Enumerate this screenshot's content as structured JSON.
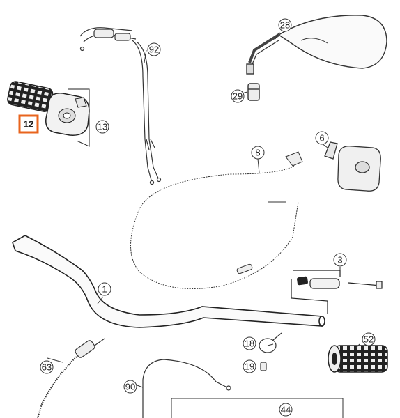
{
  "diagram": {
    "callouts": [
      {
        "id": "1",
        "label": "1"
      },
      {
        "id": "3",
        "label": "3"
      },
      {
        "id": "6",
        "label": "6"
      },
      {
        "id": "8",
        "label": "8"
      },
      {
        "id": "12",
        "label": "12",
        "highlighted": true
      },
      {
        "id": "13",
        "label": "13"
      },
      {
        "id": "18",
        "label": "18"
      },
      {
        "id": "19",
        "label": "19"
      },
      {
        "id": "28",
        "label": "28"
      },
      {
        "id": "29",
        "label": "29"
      },
      {
        "id": "44",
        "label": "44"
      },
      {
        "id": "52",
        "label": "52"
      },
      {
        "id": "63",
        "label": "63"
      },
      {
        "id": "90",
        "label": "90"
      },
      {
        "id": "92",
        "label": "92"
      }
    ],
    "highlight_color": "#e8641e"
  }
}
